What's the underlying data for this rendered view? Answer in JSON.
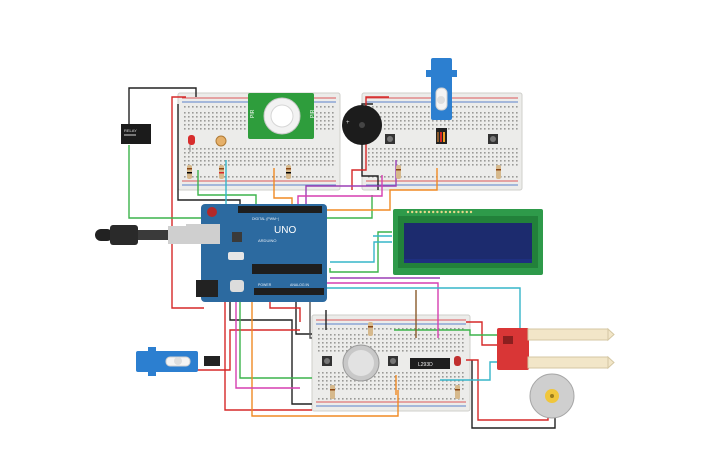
{
  "arduino": {
    "brand": "UNO",
    "model": "ARDUINO",
    "power_label": "POWER",
    "analog_label": "ANALOG IN",
    "digital_label": "DIGITAL (PWM~)"
  },
  "lcd": {
    "text": ""
  },
  "chip": {
    "label": "L293D"
  },
  "pir": {
    "label_left": "PIR",
    "label_right": "PIR"
  },
  "relay": {
    "label": "RELAY"
  },
  "colors": {
    "wire_red": "#d62828",
    "wire_black": "#222222",
    "wire_green": "#3cb44b",
    "wire_orange": "#f08a24",
    "wire_purple": "#9b3fb5",
    "wire_magenta": "#d63fb0",
    "wire_cyan": "#36b5c9",
    "wire_brown": "#8a5a2b",
    "board_blue": "#2c6aa0",
    "lcd_green": "#2e9a4a",
    "lcd_screen": "#1c2b6e",
    "servo_blue": "#2c7fd0",
    "sensor_red": "#d93636"
  },
  "icons": [
    "arduino-board",
    "usb-cable",
    "lcd-display",
    "servo-motor",
    "buzzer",
    "pir-sensor",
    "relay-module",
    "soil-moisture-sensor",
    "dc-motor",
    "breadboard"
  ]
}
